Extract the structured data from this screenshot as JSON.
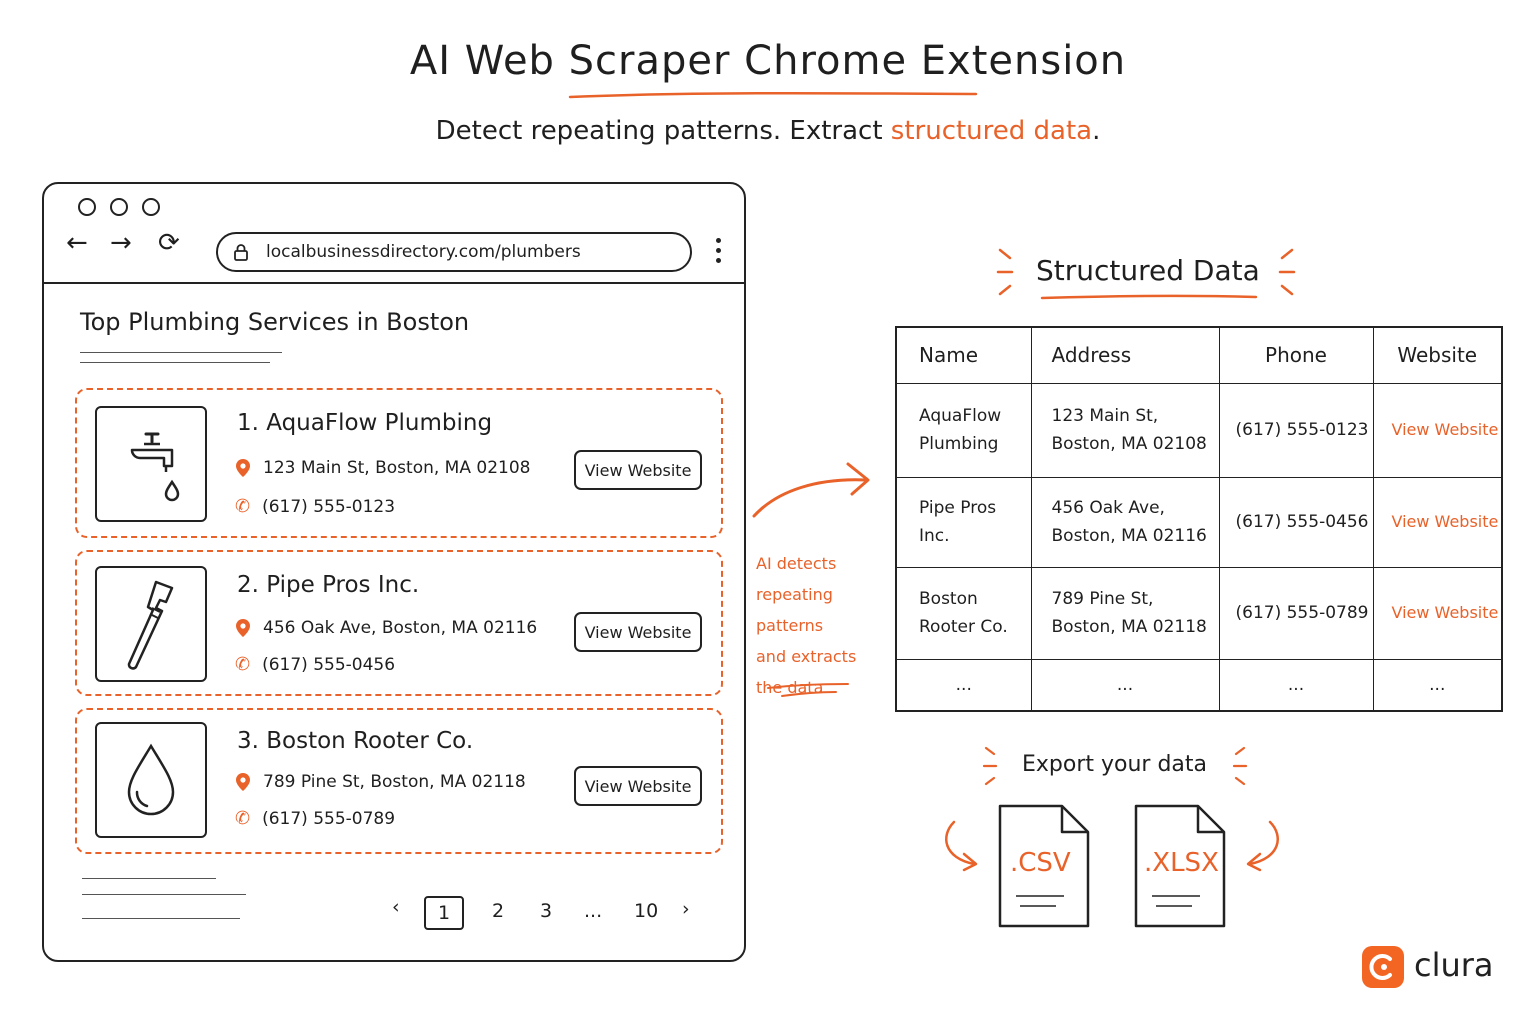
{
  "header": {
    "title": "AI Web Scraper Chrome Extension",
    "subtitle_lead": "Detect repeating patterns. Extract ",
    "subtitle_highlight": "structured data",
    "subtitle_end": "."
  },
  "browser": {
    "url": "localbusinessdirectory.com/plumbers",
    "page_heading": "Top Plumbing Services in Boston",
    "listings": [
      {
        "title": "1. AquaFlow Plumbing",
        "address": "123 Main St, Boston, MA 02108",
        "phone": "(617) 555-0123",
        "button": "View Website",
        "icon": "faucet-icon"
      },
      {
        "title": "2. Pipe Pros Inc.",
        "address": "456 Oak Ave, Boston, MA 02116",
        "phone": "(617) 555-0456",
        "button": "View Website",
        "icon": "pipe-wrench-icon"
      },
      {
        "title": "3. Boston Rooter Co.",
        "address": "789 Pine St, Boston, MA 02118",
        "phone": "(617) 555-0789",
        "button": "View Website",
        "icon": "water-drop-icon"
      }
    ],
    "pagination": {
      "prev": "‹",
      "pages": [
        "1",
        "2",
        "3",
        "...",
        "10"
      ],
      "next": "›",
      "current": "1"
    }
  },
  "annotation": {
    "lines": [
      "AI detects",
      "repeating patterns",
      "and extracts",
      "the data"
    ]
  },
  "structured": {
    "title": "Structured Data",
    "columns": [
      "Name",
      "Address",
      "Phone",
      "Website"
    ],
    "rows": [
      {
        "name_l1": "AquaFlow",
        "name_l2": "Plumbing",
        "addr_l1": "123 Main St,",
        "addr_l2": "Boston, MA 02108",
        "phone": "(617) 555-0123",
        "website": "View Website"
      },
      {
        "name_l1": "Pipe Pros Inc.",
        "name_l2": "",
        "addr_l1": "456 Oak Ave,",
        "addr_l2": "Boston, MA 02116",
        "phone": "(617) 555-0456",
        "website": "View Website"
      },
      {
        "name_l1": "Boston",
        "name_l2": "Rooter Co.",
        "addr_l1": "789 Pine St,",
        "addr_l2": "Boston, MA 02118",
        "phone": "(617) 555-0789",
        "website": "View Website"
      }
    ],
    "ellipsis": "..."
  },
  "export": {
    "label": "Export your data",
    "csv": ".CSV",
    "xlsx": ".XLSX"
  },
  "brand": {
    "name": "clura"
  },
  "colors": {
    "accent": "#e8622a",
    "ink": "#1f1f1f",
    "logo": "#f26522"
  }
}
